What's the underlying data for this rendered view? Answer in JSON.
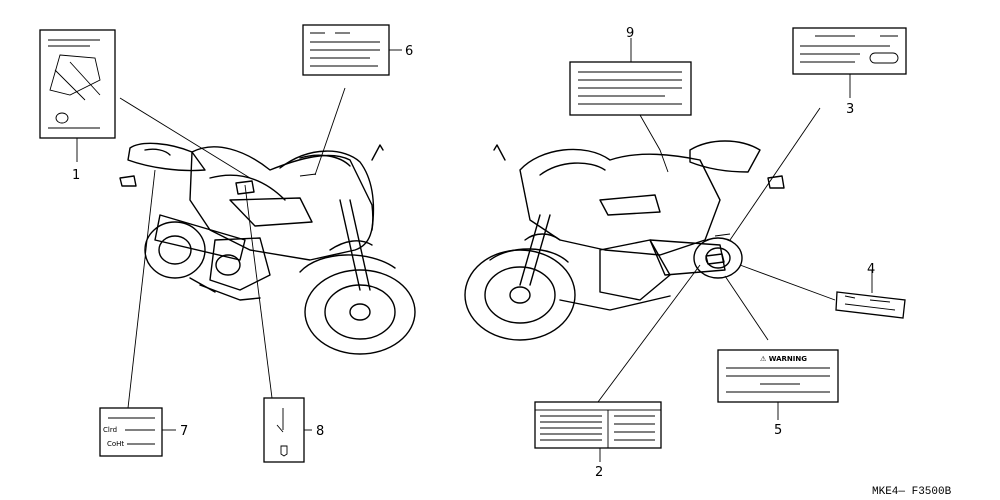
{
  "diagram": {
    "drawing_code": "MKE4— F3500B",
    "callouts": [
      "1",
      "2",
      "3",
      "4",
      "5",
      "6",
      "7",
      "8",
      "9"
    ],
    "label_texts": {
      "warning_heading": "⚠ WARNING",
      "label7_line1": "Clrd",
      "label7_line2": "CoHt"
    }
  }
}
